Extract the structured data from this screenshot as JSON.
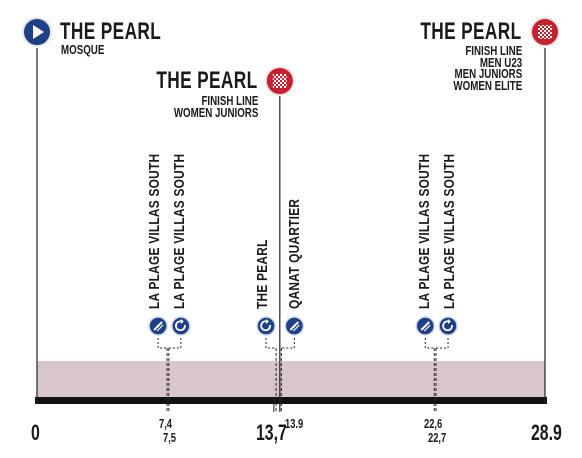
{
  "profile": {
    "start": {
      "title": "THE PEARL",
      "lines": [
        "MOSQUE"
      ],
      "km_label": "0",
      "km": 0
    },
    "mid_finish": {
      "title": "THE PEARL",
      "lines": [
        "FINISH LINE",
        "WOMEN JUNIORS"
      ],
      "km_label": "13,7",
      "km": 13.7
    },
    "end_finish": {
      "title": "THE PEARL",
      "lines": [
        "FINISH LINE",
        "MEN U23",
        "MEN JUNIORS",
        "WOMEN ELITE"
      ],
      "km_label": "28.9",
      "km": 28.9
    },
    "waypoints": [
      {
        "label": "LA PLAGE VILLAS SOUTH",
        "km_label": "7,4",
        "km": 7.4,
        "icon": "sprint-icon"
      },
      {
        "label": "LA PLAGE VILLAS SOUTH",
        "km_label": "7,5",
        "km": 7.5,
        "icon": "turnaround-icon"
      },
      {
        "label": "THE PEARL",
        "km_label": "",
        "km": 13.6,
        "icon": "turnaround-icon"
      },
      {
        "label": "QANAT QUARTIER",
        "km_label": "13.9",
        "km": 13.9,
        "icon": "sprint-icon"
      },
      {
        "label": "LA PLAGE VILLAS SOUTH",
        "km_label": "22,6",
        "km": 22.6,
        "icon": "sprint-icon"
      },
      {
        "label": "LA PLAGE VILLAS SOUTH",
        "km_label": "22,7",
        "km": 22.7,
        "icon": "turnaround-icon"
      }
    ],
    "total_km": 28.9,
    "colors": {
      "start_marker": "#1f3f86",
      "finish_marker": "#c8202f",
      "icon_fill": "#1f3f86",
      "profile_fill": "#d9c6cc",
      "baseline": "#111111"
    }
  }
}
